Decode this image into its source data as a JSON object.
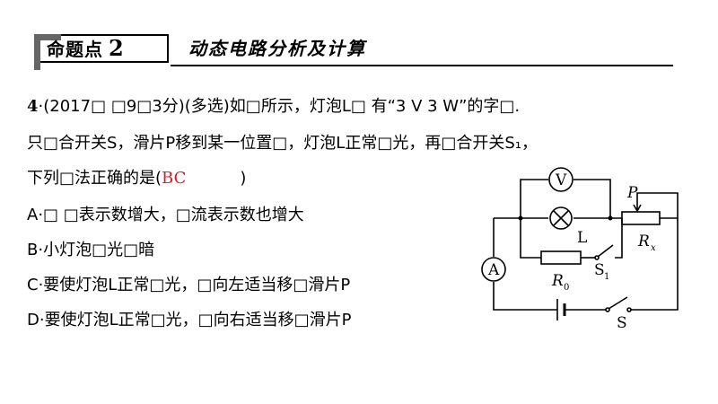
{
  "header": {
    "label": "命题点",
    "number": "2",
    "title": "动态电路分析及计算"
  },
  "question": {
    "number": "4",
    "line1_prefix": "·(2017",
    "line1_middle": "□ □9□3分)(多选)如□所示，灯泡L□ 有“3  V    3  W”的字□.",
    "line2": "只□合开关S，滑片P移到某一位置□，灯泡L正常□光，再□合开关S₁，",
    "line3": "下列□法正确的是(",
    "answer": "BC",
    "line3_close": ")"
  },
  "options": [
    {
      "text": "A·□ □表示数增大，□流表示数也增大"
    },
    {
      "text": "B·小灯泡□光□暗"
    },
    {
      "text": "C·要使灯泡L正常□光，□向左适当移□滑片P"
    },
    {
      "text": "D·要使灯泡L正常□光，□向右适当移□滑片P"
    }
  ],
  "circuit": {
    "voltmeter": "V",
    "ammeter": "A",
    "bulb_label": "L",
    "slider_label": "P",
    "rheostat_label": "R",
    "rheostat_sub": "x",
    "resistor_label": "R",
    "resistor_sub": "0",
    "switch1_label": "S",
    "switch1_sub": "1",
    "switch_label": "S"
  }
}
